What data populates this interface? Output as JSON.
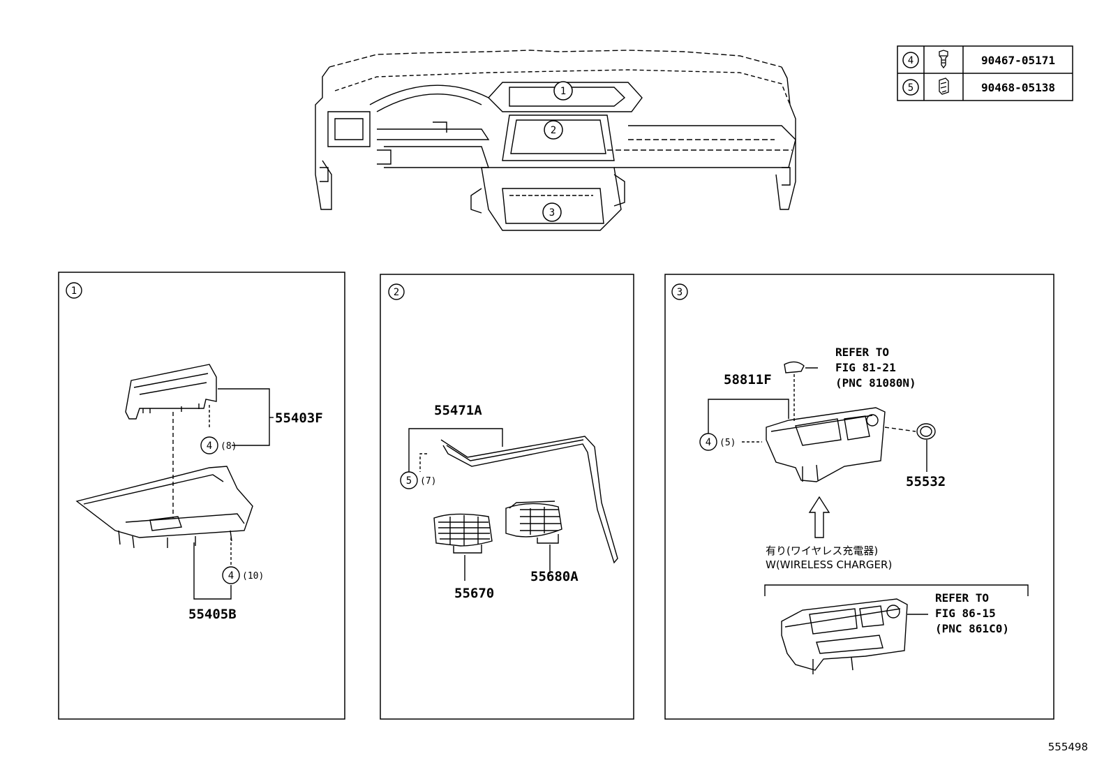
{
  "legend_table": [
    {
      "ref": "4",
      "part_number": "90467-05171"
    },
    {
      "ref": "5",
      "part_number": "90468-05138"
    }
  ],
  "overview": {
    "callouts": [
      "1",
      "2",
      "3"
    ]
  },
  "panel1": {
    "id": "1",
    "labels": {
      "upper": "55403F",
      "lower": "55405B"
    },
    "clips": [
      {
        "ref": "4",
        "qty": "(8)"
      },
      {
        "ref": "4",
        "qty": "(10)"
      }
    ]
  },
  "panel2": {
    "id": "2",
    "labels": {
      "garnish": "55471A",
      "vent_left": "55670",
      "vent_right": "55680A"
    },
    "clip": {
      "ref": "5",
      "qty": "(7)"
    }
  },
  "panel3": {
    "id": "3",
    "labels": {
      "panel": "58811F",
      "knob": "55532"
    },
    "clip": {
      "ref": "4",
      "qty": "(5)"
    },
    "refer_top": [
      "REFER TO",
      "FIG 81-21",
      "(PNC 81080N)"
    ],
    "variant_jp": "有り(ワイヤレス充電器)",
    "variant_en": "W(WIRELESS CHARGER)",
    "refer_bottom": [
      "REFER TO",
      "FIG 86-15",
      "(PNC 861C0)"
    ]
  },
  "figure_id": "555498"
}
